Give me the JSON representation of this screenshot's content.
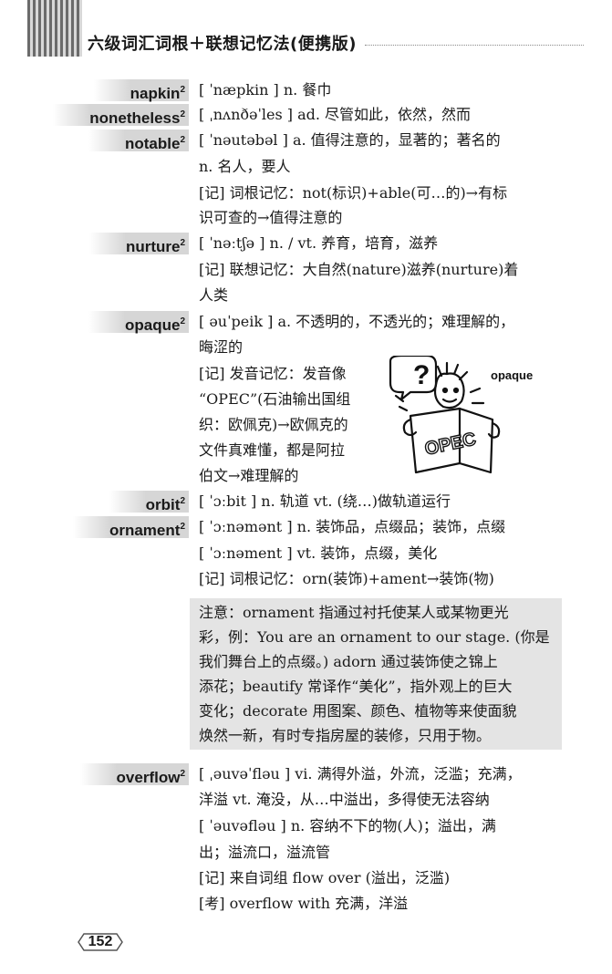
{
  "header": {
    "title": "六级词汇词根＋联想记忆法(便携版)"
  },
  "entries": [
    {
      "word": "napkin",
      "sup": "2",
      "lines": [
        "[ ˈnæpkin ] n. 餐巾"
      ]
    },
    {
      "word": "nonetheless",
      "sup": "2",
      "lines": [
        "[ ˌnʌnðəˈles ] ad. 尽管如此，依然，然而"
      ]
    },
    {
      "word": "notable",
      "sup": "2",
      "lines": [
        "[ ˈnəutəbəl ] a. 值得注意的，显著的；著名的",
        "n. 名人，要人",
        "[记] 词根记忆：not(标识)+able(可…的)→有标",
        "识可查的→值得注意的"
      ]
    },
    {
      "word": "nurture",
      "sup": "2",
      "lines": [
        "[ ˈnəːtʃə ] n. / vt. 养育，培育，滋养",
        "[记] 联想记忆：大自然(nature)滋养(nurture)着",
        "人类"
      ]
    },
    {
      "word": "opaque",
      "sup": "2",
      "lines": [
        "[ əuˈpeik ] a. 不透明的，不透光的；难理解的，",
        "晦涩的",
        "[记] 发音记忆：发音像",
        "“OPEC”(石油输出国组",
        "织：欧佩克)→欧佩克的",
        "文件真难懂，都是阿拉",
        "伯文→难理解的"
      ]
    },
    {
      "word": "orbit",
      "sup": "2",
      "lines": [
        "[ ˈɔːbit ] n. 轨道 vt. (绕…)做轨道运行"
      ]
    },
    {
      "word": "ornament",
      "sup": "2",
      "lines": [
        "[ ˈɔːnəmənt ] n. 装饰品，点缀品；装饰，点缀",
        "[ ˈɔːnəment ] vt. 装饰，点缀，美化",
        "[记] 词根记忆：orn(装饰)+ament→装饰(物)"
      ]
    },
    {
      "word": "overflow",
      "sup": "2",
      "lines": [
        "[ ˌəuvəˈfləu ] vi. 满得外溢，外流，泛滥；充满，",
        "洋溢 vt. 淹没，从…中溢出，多得使无法容纳",
        "[ ˈəuvəfləu ] n. 容纳不下的物(人)；溢出，满",
        "出；溢流口，溢流管",
        "[记] 来自词组 flow over (溢出，泛滥)",
        "[考] overflow with 充满，洋溢"
      ]
    }
  ],
  "note": {
    "lines": [
      "注意：ornament 指通过衬托使某人或某物更光",
      "彩，例：You are an ornament to our stage. (你是",
      "我们舞台上的点缀。) adorn 通过装饰使之锦上",
      "添花；beautify 常译作“美化”，指外观上的巨大",
      "变化；decorate 用图案、颜色、植物等来使面貌",
      "焕然一新，有时专指房屋的装修，只用于物。"
    ]
  },
  "cartoon": {
    "label": "opaque",
    "paper_text": "OPEC",
    "mark": "?"
  },
  "footer": {
    "page_number": "152"
  }
}
